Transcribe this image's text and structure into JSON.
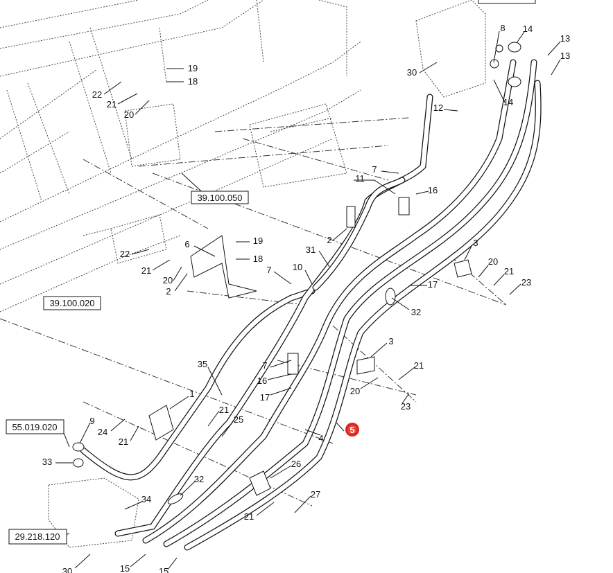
{
  "title": "Hydraulic hose routing parts diagram",
  "highlight_color": "#e0261b",
  "highlighted_callout": "5",
  "references": [
    "39.100.050",
    "39.100.020",
    "55.019.020",
    "29.218.120"
  ],
  "callouts": [
    "19",
    "18",
    "22",
    "21",
    "20",
    "11",
    "7",
    "16",
    "2",
    "31",
    "6",
    "19",
    "18",
    "22",
    "21",
    "20",
    "2",
    "7",
    "10",
    "3",
    "20",
    "21",
    "23",
    "17",
    "32",
    "3",
    "21",
    "20",
    "23",
    "35",
    "7",
    "16",
    "17",
    "1",
    "21",
    "25",
    "24",
    "21",
    "4",
    "9",
    "33",
    "26",
    "32",
    "34",
    "27",
    "21",
    "30",
    "15",
    "15",
    "8",
    "14",
    "13",
    "13",
    "30",
    "14",
    "12"
  ]
}
